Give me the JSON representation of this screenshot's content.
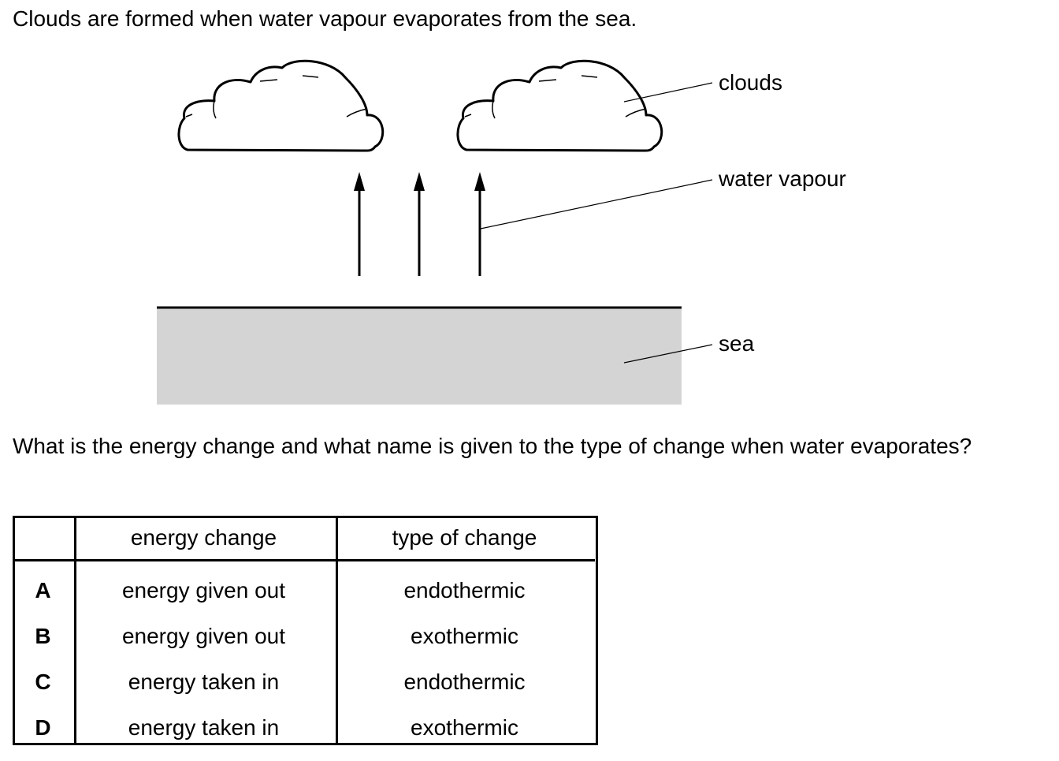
{
  "intro": "Clouds are formed when water vapour evaporates from the sea.",
  "diagram": {
    "labels": {
      "clouds": "clouds",
      "water_vapour": "water vapour",
      "sea": "sea"
    },
    "colors": {
      "sea_fill": "#d4d4d4",
      "line": "#000000"
    }
  },
  "question": "What is the energy change and what name is given to the type of change when water evaporates?",
  "table": {
    "headers": [
      "",
      "energy change",
      "type of change"
    ],
    "rows": [
      {
        "letter": "A",
        "energy": "energy given out",
        "type": "endothermic"
      },
      {
        "letter": "B",
        "energy": "energy given out",
        "type": "exothermic"
      },
      {
        "letter": "C",
        "energy": "energy taken in",
        "type": "endothermic"
      },
      {
        "letter": "D",
        "energy": "energy taken in",
        "type": "exothermic"
      }
    ]
  }
}
